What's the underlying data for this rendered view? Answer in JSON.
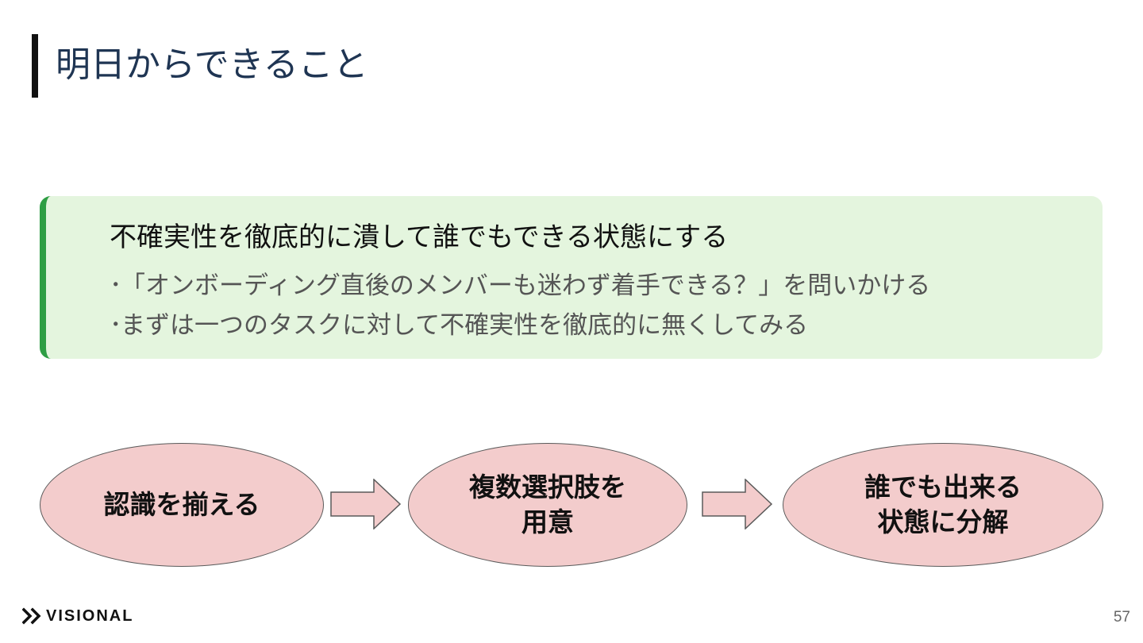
{
  "slide": {
    "title": "明日からできること",
    "page_number": "57"
  },
  "callout": {
    "heading": "不確実性を徹底的に潰して誰でもできる状態にする",
    "bullet_symbol": "･",
    "items": [
      "「オンボーディング直後のメンバーも迷わず着手できる？」を問いかける",
      "まずは一つのタスクに対して不確実性を徹底的に無くしてみる"
    ]
  },
  "flow": {
    "steps": [
      {
        "lines": [
          "認識を揃える"
        ]
      },
      {
        "lines": [
          "複数選択肢を",
          "用意"
        ]
      },
      {
        "lines": [
          "誰でも出来る",
          "状態に分解"
        ]
      }
    ]
  },
  "brand": {
    "logo_icon": "double-chevron-right-icon",
    "logo_text": "VISIONAL"
  },
  "colors": {
    "title_text": "#1f3553",
    "callout_background": "#e4f5de",
    "callout_accent": "#2e9e44",
    "flow_node_fill": "#f3cccc",
    "flow_arrow_fill": "#f3cccc"
  }
}
